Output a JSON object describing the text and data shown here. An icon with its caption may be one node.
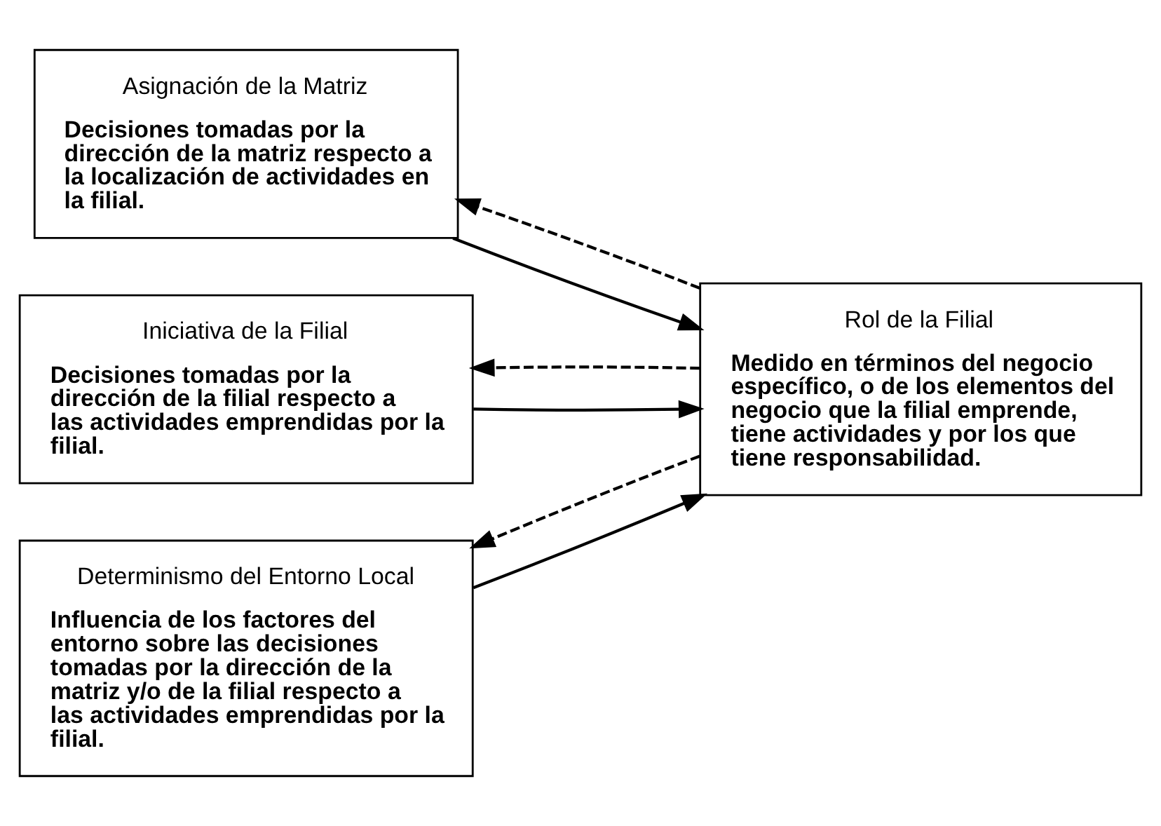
{
  "diagram": {
    "nodes": [
      {
        "text": [
          "Asignación de la Matriz",
          "Decisiones tomadas por la dirección de la matriz respecto a la localización de actividades en la filial."
        ]
      },
      {
        "text": [
          "Iniciativa de la Filial",
          "Decisiones tomadas por la dirección de la filial respecto a las actividades emprendidas por la filial."
        ]
      },
      {
        "text": [
          "Determinismo del Entorno Local",
          "Influencia de los factores del entorno sobre las decisiones tomadas por la dirección de la matriz y/o de la filial respecto a las actividades emprendidas por la filial."
        ]
      },
      {
        "text": [
          "Rol de la Filial",
          "Medido en términos del negocio específico, o de los elementos del negocio que la filial emprende, tiene actividades y por los que tiene responsabilidad."
        ]
      }
    ],
    "edges": [
      {
        "from": 3,
        "to": 0,
        "arrow": "to",
        "style": "dashed"
      },
      {
        "from": 0,
        "to": 3,
        "arrow": "to"
      },
      {
        "from": 1,
        "to": 3,
        "arrow": "to"
      },
      {
        "from": 3,
        "to": 1,
        "arrow": "to",
        "style": "dashed"
      },
      {
        "from": 2,
        "to": 3,
        "arrow": "to"
      },
      {
        "from": 3,
        "to": 2,
        "arrow": "to",
        "style": "dashed"
      }
    ]
  }
}
